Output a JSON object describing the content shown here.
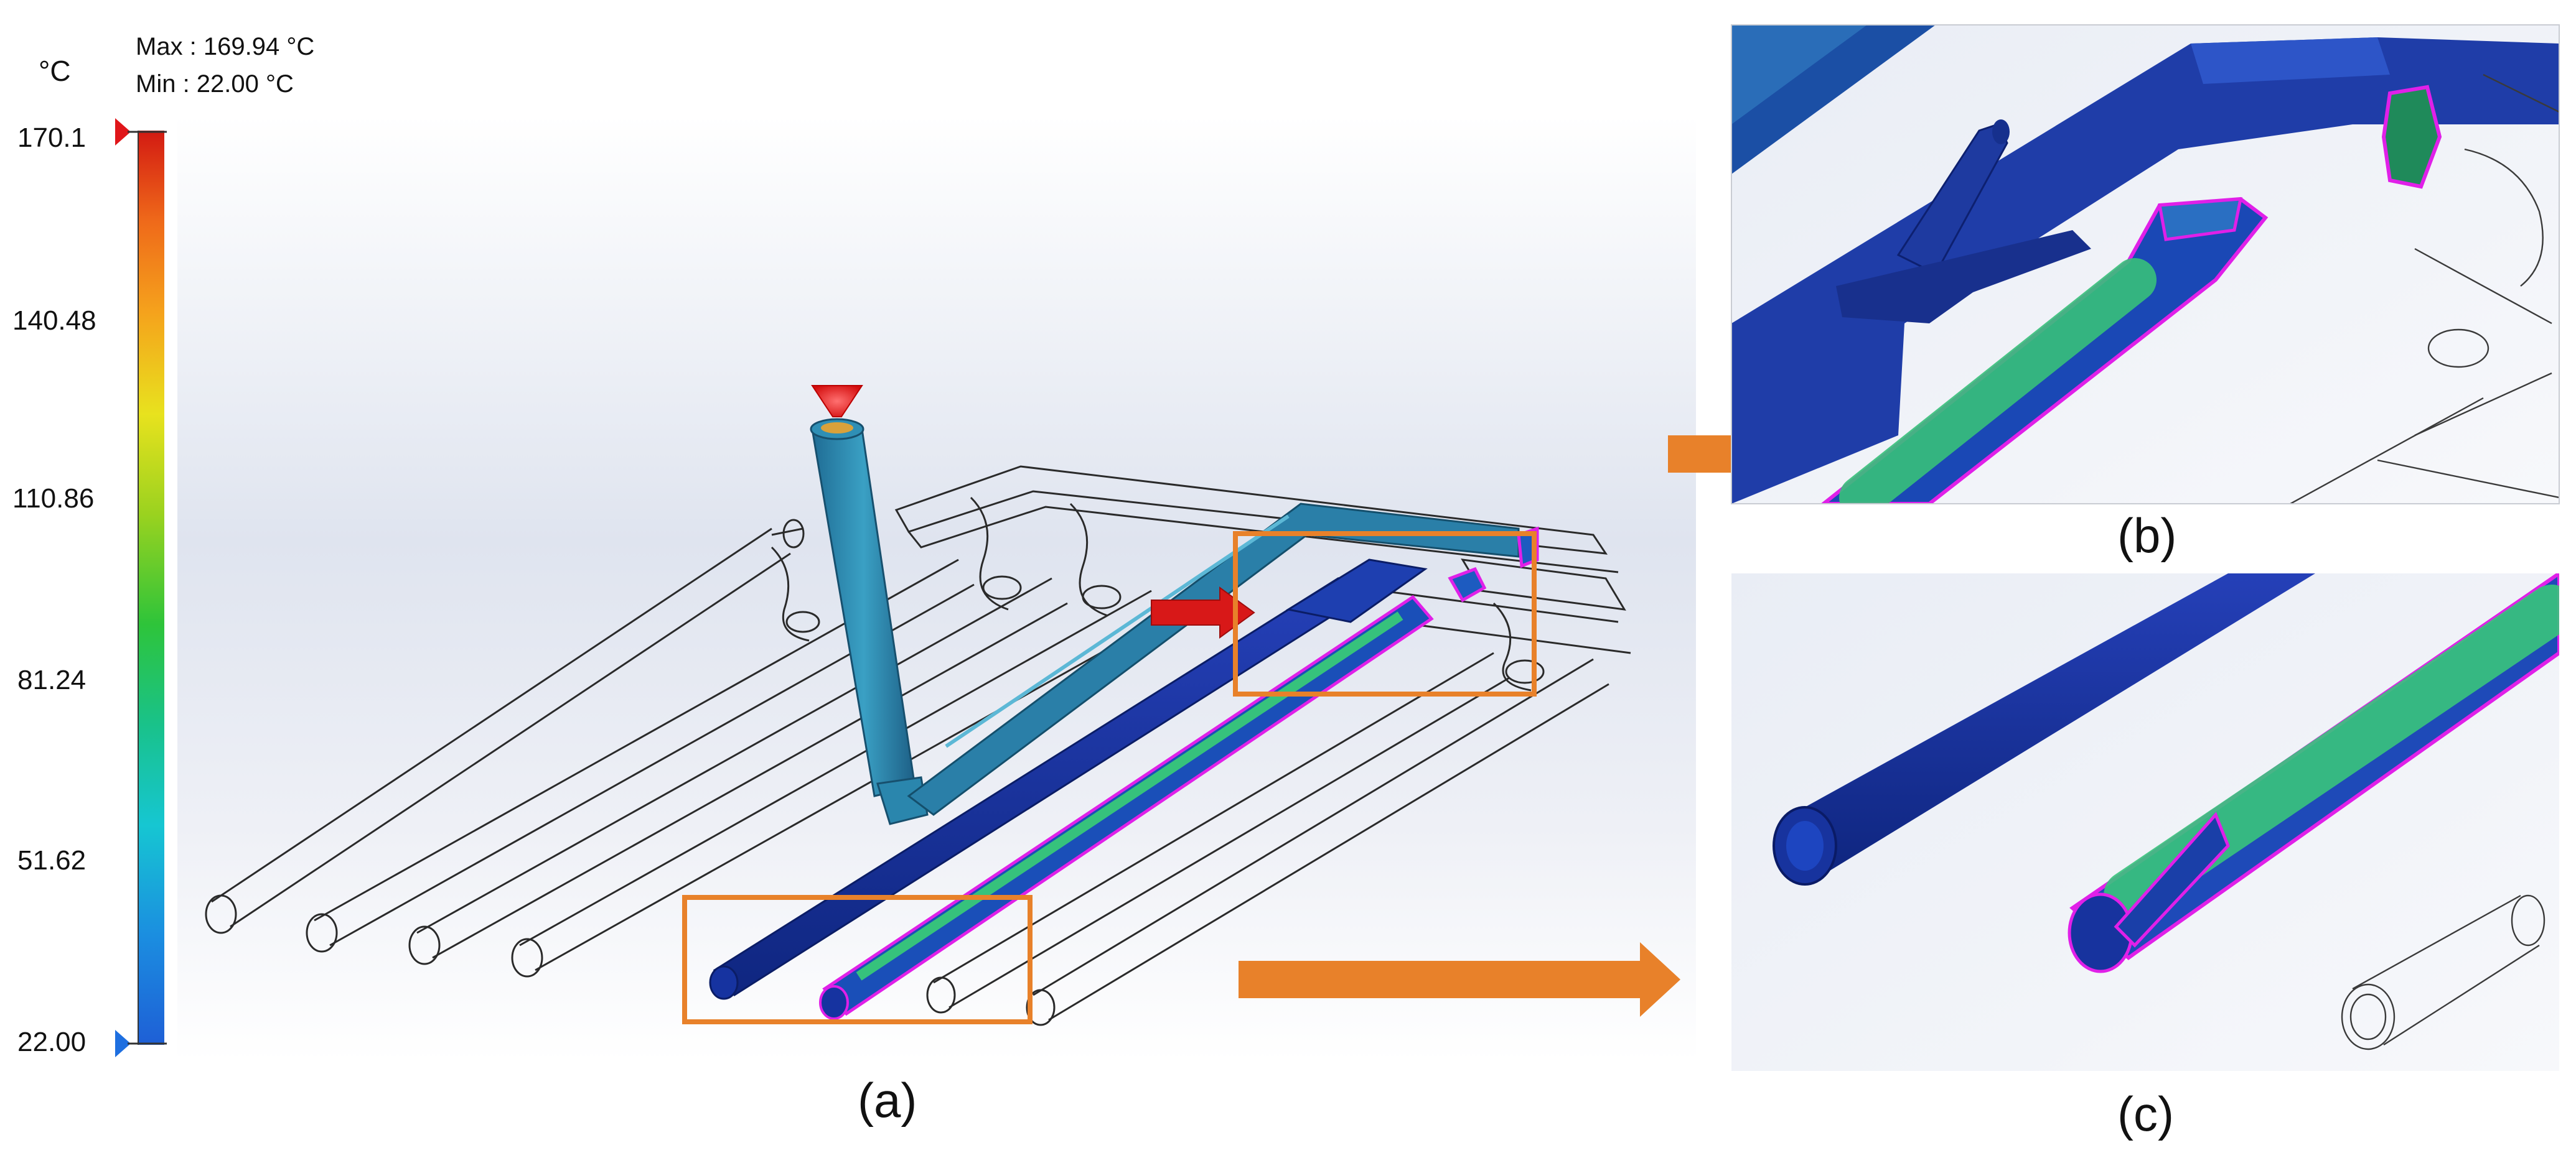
{
  "legend": {
    "unit": "°C",
    "max_text": "Max : 169.94 °C",
    "min_text": "Min  : 22.00 °C",
    "ticks": [
      "170.1",
      "140.48",
      "110.86",
      "81.24",
      "51.62",
      "22.00"
    ],
    "gradient_stops": [
      "#d31a12",
      "#ef6a1a",
      "#f5a31c",
      "#e8e21e",
      "#9ad21f",
      "#2ec43a",
      "#19c28a",
      "#16c6d2",
      "#1b8ee0",
      "#1e5fd6"
    ]
  },
  "panels": {
    "a": "(a)",
    "b": "(b)",
    "c": "(c)"
  },
  "colors": {
    "highlight_box": "#e8812a",
    "arrow": "#e8812a",
    "outline_magenta": "#e020e8",
    "part_dark_blue": "#1b3aa8",
    "part_teal": "#2a7fa8",
    "inlet_red": "#e01515"
  },
  "icons": {
    "inlet_marker": "red-cone-icon",
    "flow_arrow": "red-arrow-icon"
  }
}
